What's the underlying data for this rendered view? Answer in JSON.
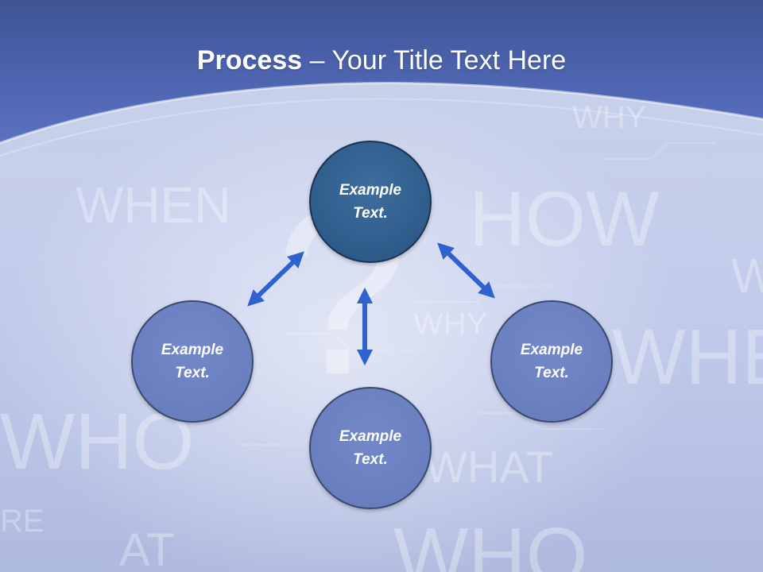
{
  "slide": {
    "title_bold": "Process",
    "title_rest": " – Your Title Text Here"
  },
  "watermark_words": [
    "WHEN",
    "HOW",
    "WHO",
    "WHO",
    "WHAT",
    "WHY",
    "WHE",
    "RE",
    "AT",
    "WHY",
    "WH"
  ],
  "nodes": [
    {
      "label": "Example Text.",
      "style": "dark"
    },
    {
      "label": "Example Text.",
      "style": "light"
    },
    {
      "label": "Example Text.",
      "style": "light"
    },
    {
      "label": "Example Text.",
      "style": "light"
    }
  ],
  "colors": {
    "header_band": "#4f66b4",
    "node_dark": "#2e5b8a",
    "node_light": "#6a7fbf",
    "arrow": "#2f62d0"
  }
}
